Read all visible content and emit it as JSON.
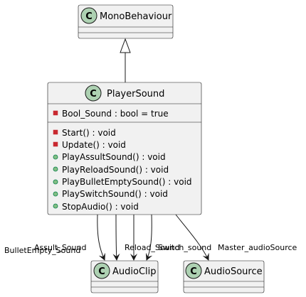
{
  "classes": {
    "mono": {
      "badge": "C",
      "name": "MonoBehaviour"
    },
    "player": {
      "badge": "C",
      "name": "PlayerSound",
      "fields": [
        {
          "visibility": "private",
          "text": "Bool_Sound : bool = true"
        }
      ],
      "methods": [
        {
          "visibility": "private",
          "text": "Start() : void"
        },
        {
          "visibility": "private",
          "text": "Update() : void"
        },
        {
          "visibility": "public",
          "text": "PlayAssultSound() : void"
        },
        {
          "visibility": "public",
          "text": "PlayReloadSound() : void"
        },
        {
          "visibility": "public",
          "text": "PlayBulletEmptySound() : void"
        },
        {
          "visibility": "public",
          "text": "PlaySwitchSound() : void"
        },
        {
          "visibility": "public",
          "text": "StopAudio() : void"
        }
      ]
    },
    "clip": {
      "badge": "C",
      "name": "AudioClip"
    },
    "source": {
      "badge": "C",
      "name": "AudioSource"
    }
  },
  "edges": {
    "inheritance": {
      "from": "PlayerSound",
      "to": "MonoBehaviour"
    },
    "associations": [
      {
        "label": "BulletEmpty_Sound",
        "to": "AudioClip"
      },
      {
        "label": "Assult_Sound",
        "to": "AudioClip"
      },
      {
        "label": "Reload_Sound",
        "to": "AudioClip"
      },
      {
        "label": "Switch_sound",
        "to": "AudioClip"
      },
      {
        "label": "Master_audioSource",
        "to": "AudioSource"
      }
    ]
  },
  "colors": {
    "class_fill": "#f1f1f1",
    "badge_fill": "#add1b2",
    "private_marker": "#c82930",
    "public_marker": "#84be84",
    "line": "#181818"
  }
}
